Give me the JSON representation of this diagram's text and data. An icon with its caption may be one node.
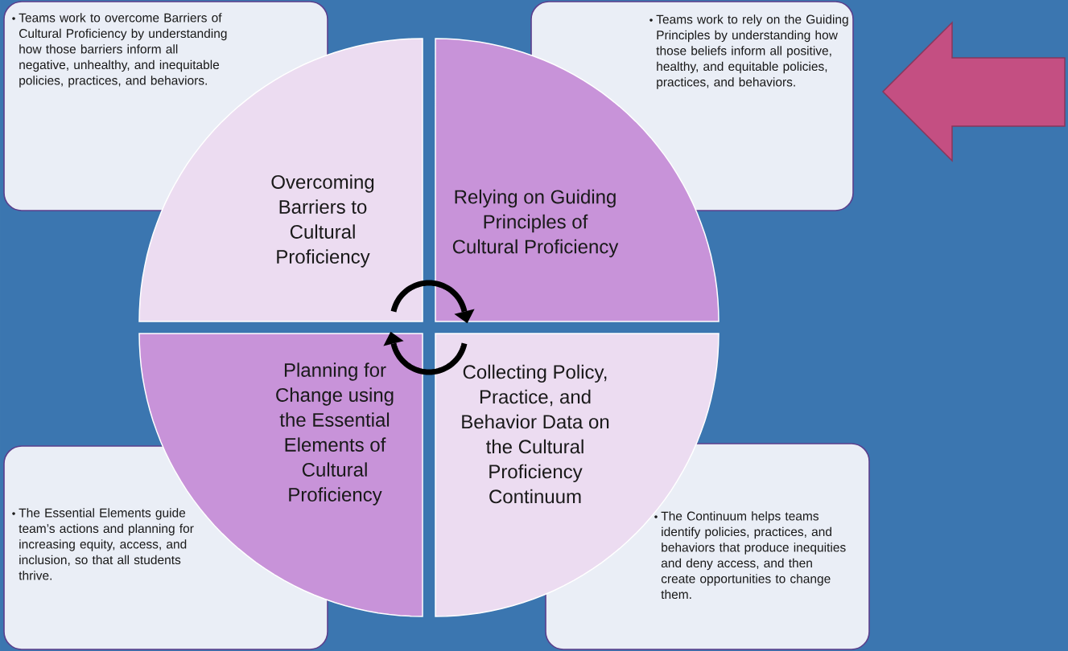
{
  "diagram": {
    "nodes": [
      {
        "text": [
          "Teams work to overcome Barriers of Cultural Proficiency by understanding how those barriers inform all negative, unhealthy, and inequitable policies, practices, and behaviors."
        ]
      },
      {
        "text": [
          "Teams work to rely on the Guiding Principles by understanding how those beliefs inform all positive, healthy, and equitable policies, practices, and behaviors."
        ]
      },
      {
        "text": [
          "Overcoming Barriers to Cultural Proficiency"
        ]
      },
      {
        "text": [
          "Relying on Guiding Principles of Cultural Proficiency"
        ]
      },
      {
        "text": [
          "Planning for Change using the Essential Elements of Cultural Proficiency"
        ]
      },
      {
        "text": [
          "Collecting Policy, Practice, and Behavior Data on the Cultural Proficiency Continuum"
        ]
      },
      {
        "text": [
          "The Essential Elements guide team’s actions and planning for increasing equity, access, and inclusion, so that all students thrive."
        ]
      },
      {
        "text": [
          "The Continuum helps teams identify policies, practices, and behaviors that produce inequities and deny access, and then create opportunities to change them."
        ]
      }
    ],
    "edges": [
      {
        "from": 2,
        "to": 3,
        "arrow": "to"
      },
      {
        "from": 5,
        "to": 4,
        "arrow": "to"
      },
      {
        "from": null,
        "to": 1,
        "arrow": "to",
        "color": "#c44f82"
      }
    ]
  }
}
